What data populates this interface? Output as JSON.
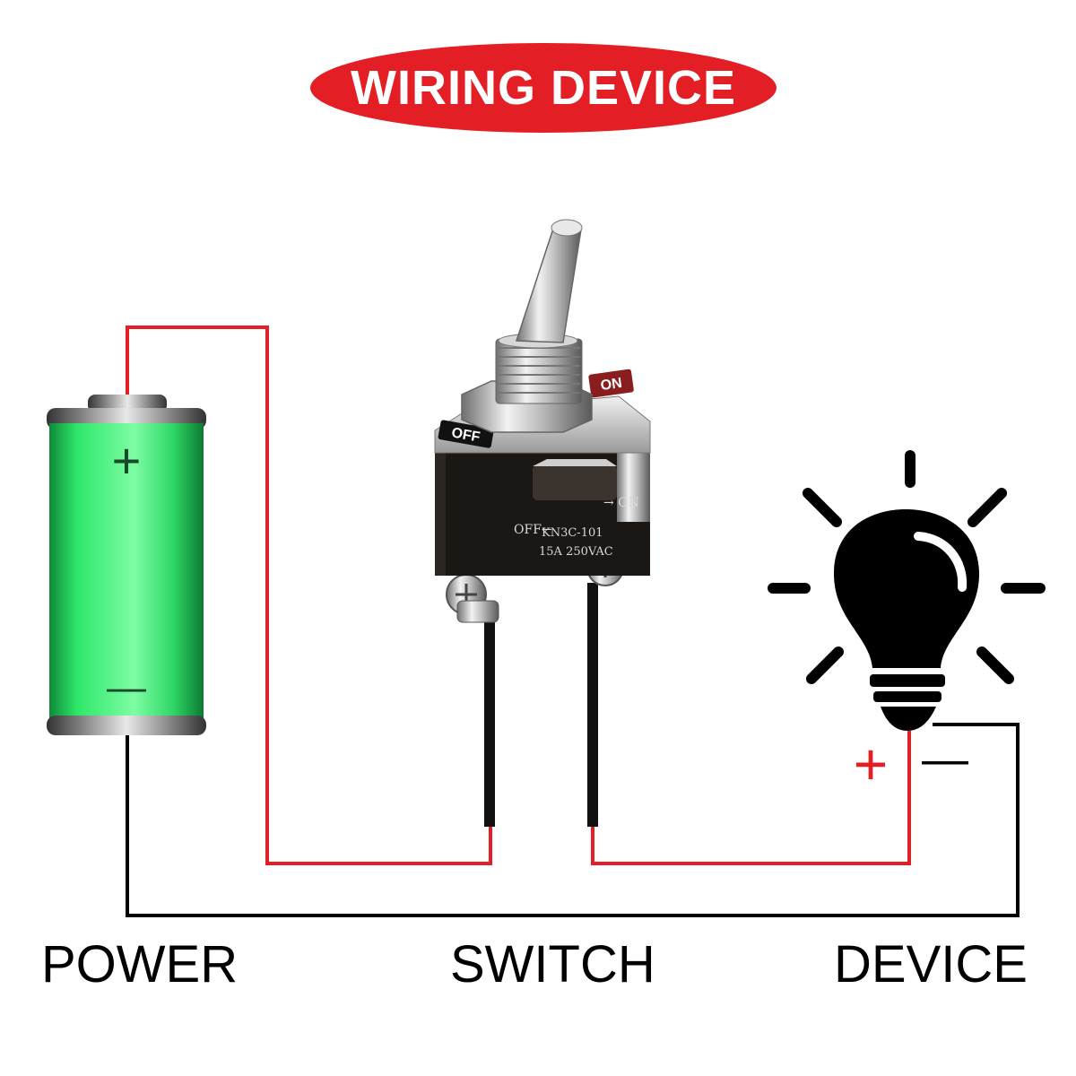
{
  "title": "WIRING DEVICE",
  "labels": {
    "power": "POWER",
    "switch": "SWITCH",
    "device": "DEVICE"
  },
  "battery": {
    "plus": "+",
    "minus": "—"
  },
  "switch_part": {
    "off_tab": "OFF",
    "on_tab": "ON",
    "body_off": "OFF←",
    "body_on": "→ ON",
    "model": "KN3C-101",
    "rating": "15A 250VAC"
  },
  "bulb": {
    "plus": "+",
    "minus": "—"
  },
  "colors": {
    "title_bg": "#e31e25",
    "wire_red": "#e31e25",
    "wire_black": "#000000",
    "battery_green": "#2ee86a",
    "bulb": "#000000"
  }
}
